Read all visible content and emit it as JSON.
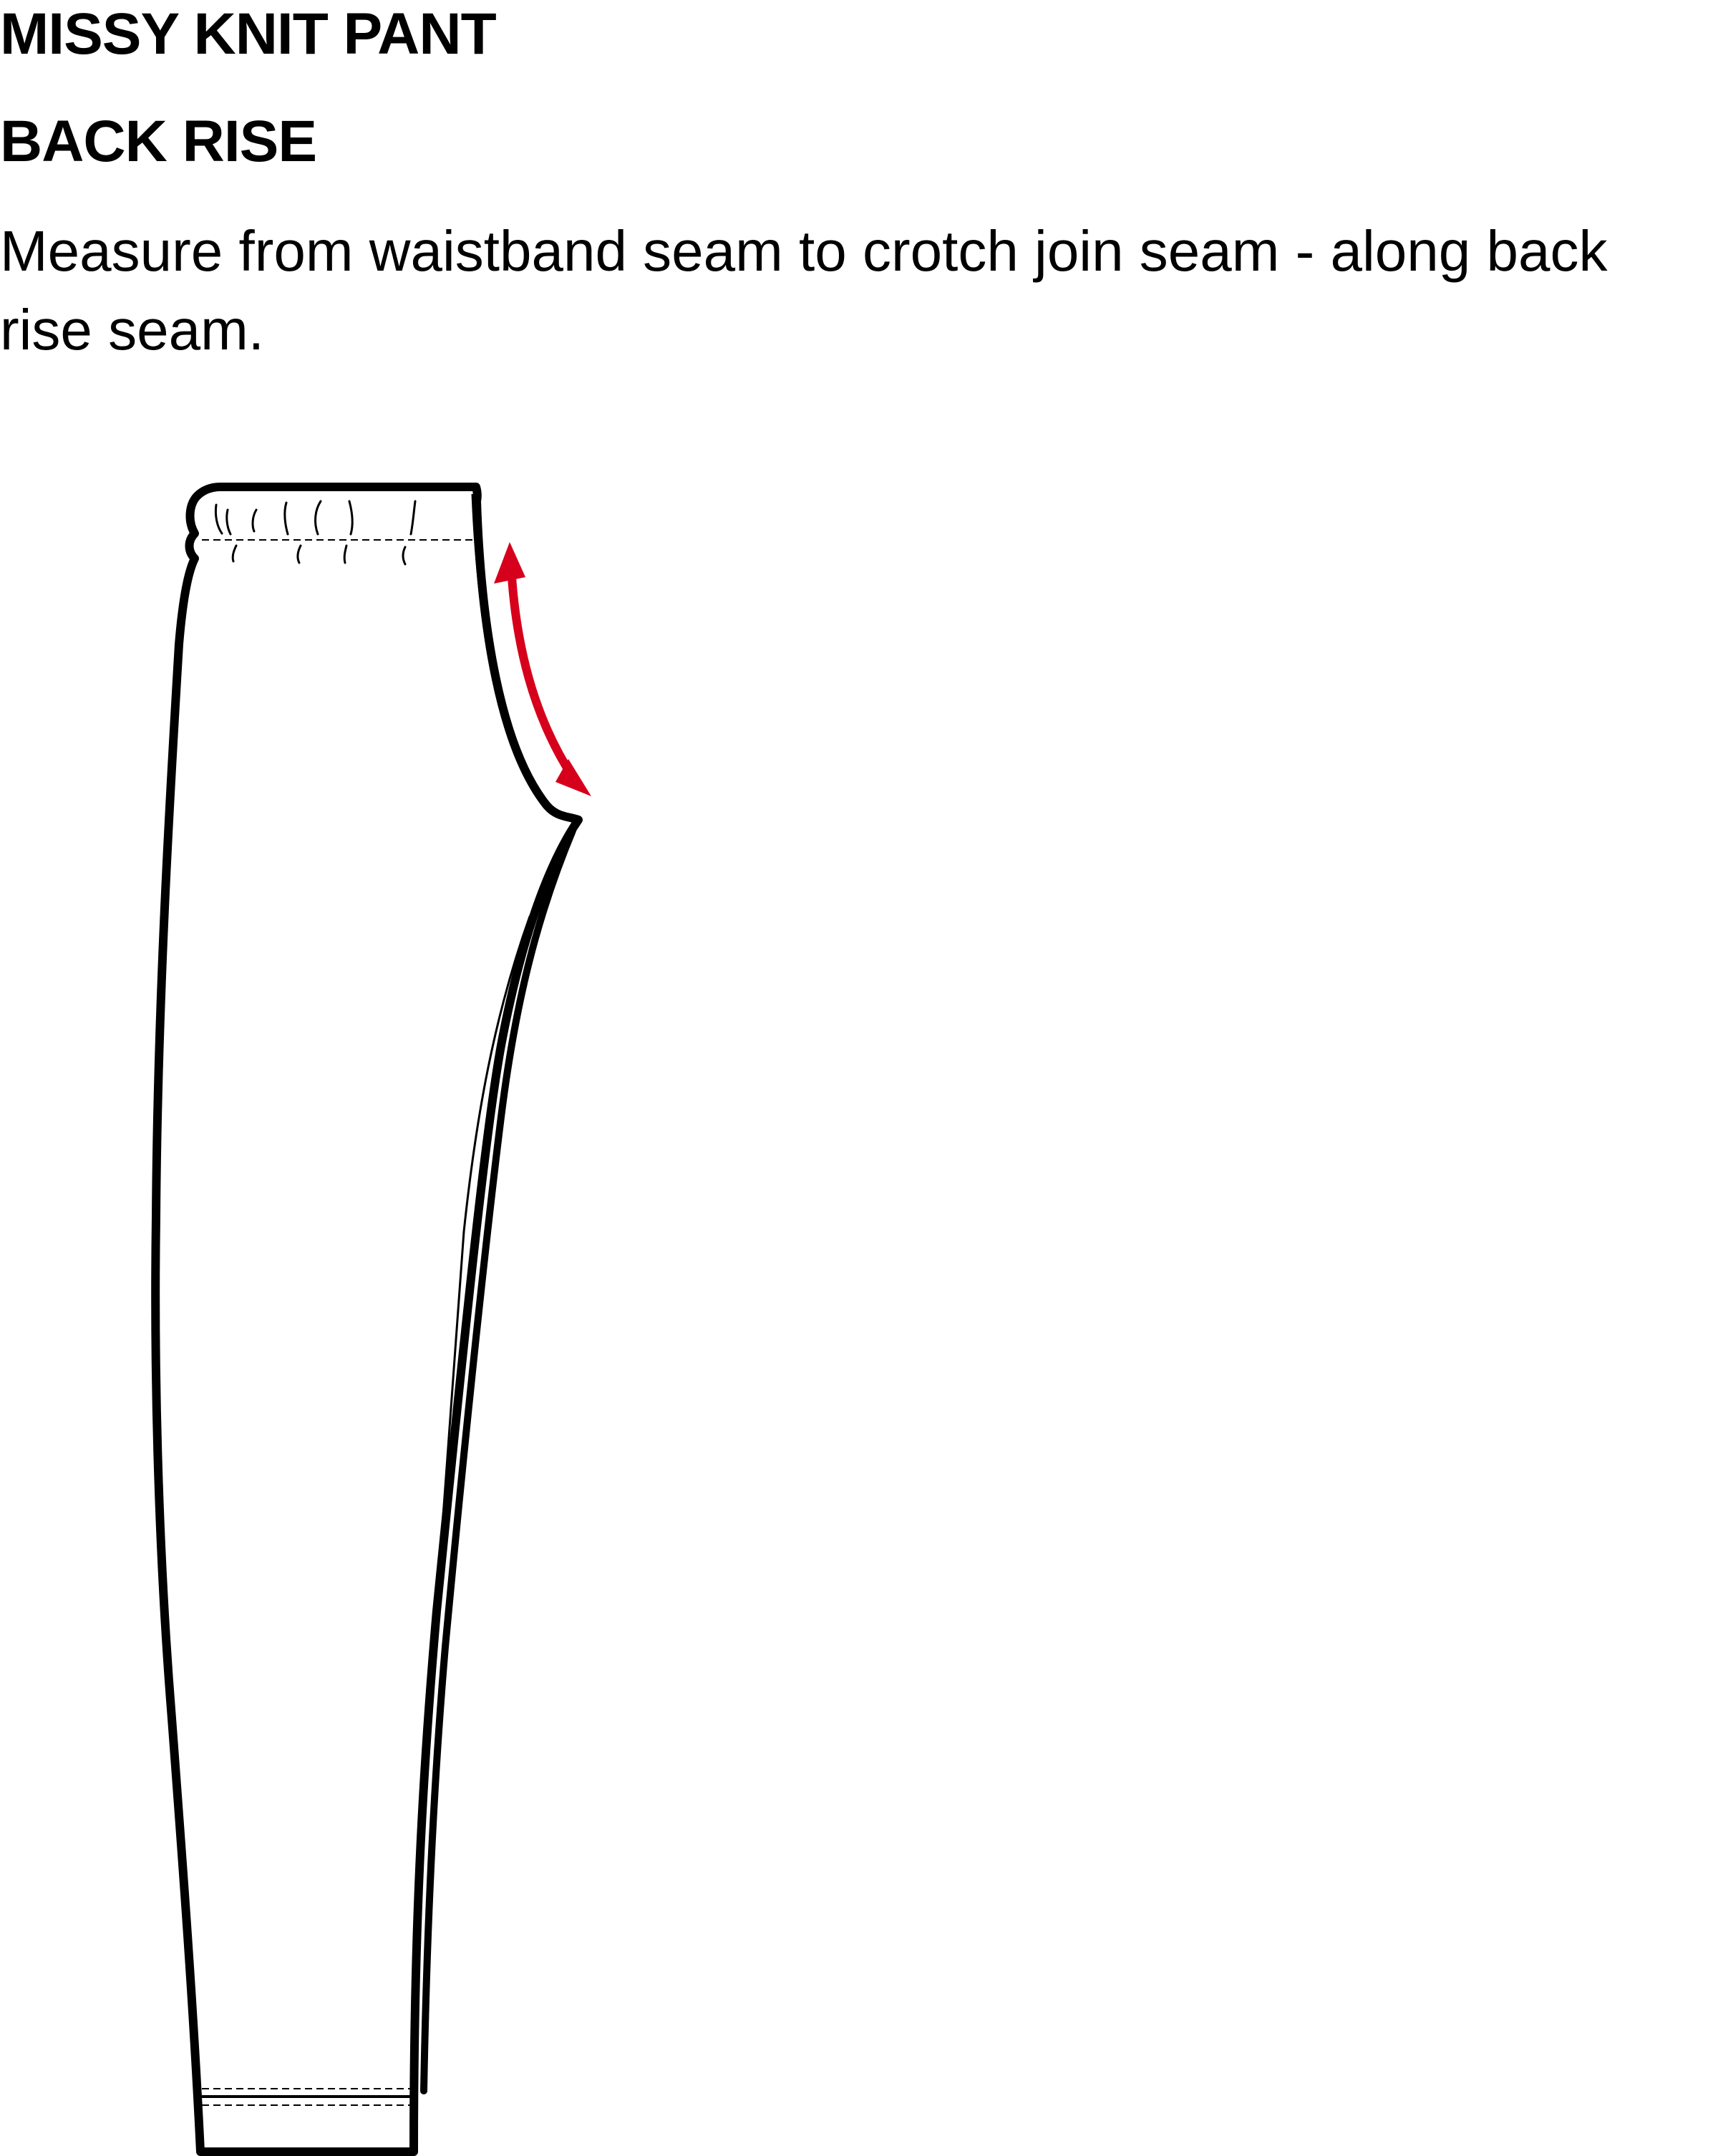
{
  "header": {
    "title": "MISSY KNIT PANT",
    "subtitle": "BACK RISE"
  },
  "instructions": {
    "text": "Measure from waistband seam to crotch join seam - along back rise seam."
  },
  "colors": {
    "outline": "#000000",
    "measure_arrow": "#d6001c",
    "background": "#ffffff"
  }
}
